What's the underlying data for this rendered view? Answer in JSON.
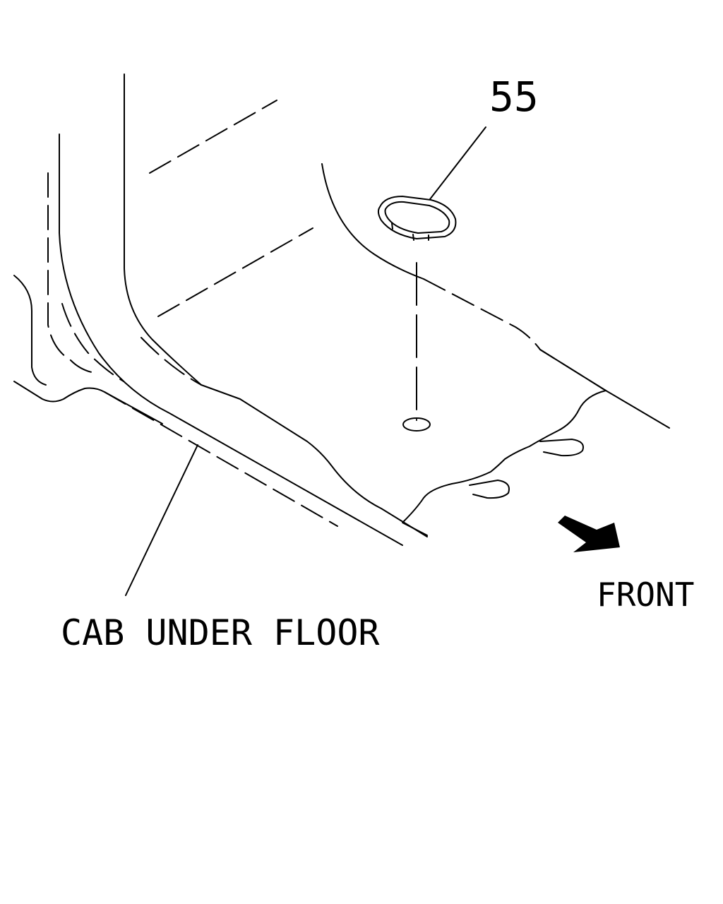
{
  "labels": {
    "part_number": "55",
    "floor_label": "CAB UNDER FLOOR",
    "direction_label": "FRONT"
  },
  "icons": {
    "direction_arrow": "arrow-right-down-icon",
    "grommet": "grommet-plug-icon"
  },
  "colors": {
    "line": "#000000",
    "background": "#ffffff"
  }
}
